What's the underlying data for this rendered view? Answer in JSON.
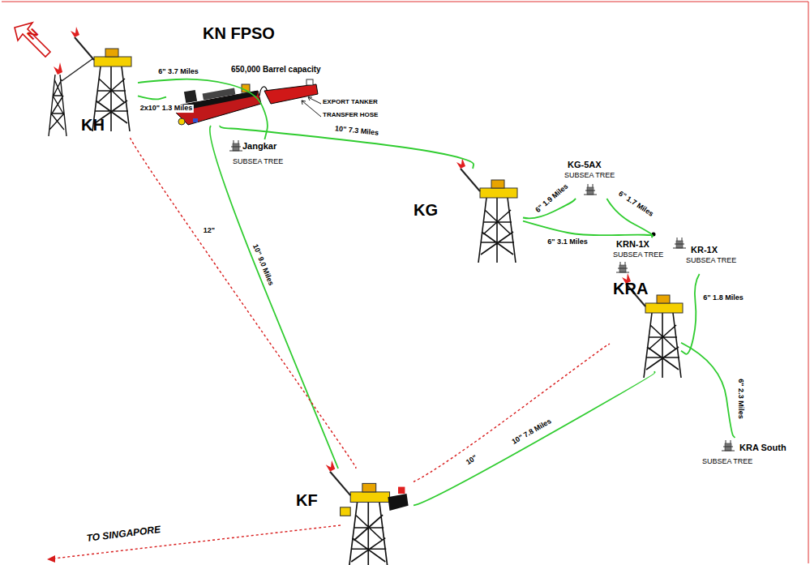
{
  "diagram": {
    "nodes": [
      {
        "text": [
          "KN FPSO",
          "650,000 Barrel capacity"
        ]
      },
      {
        "text": [
          "KH"
        ]
      },
      {
        "text": [
          "Jangkar",
          "SUBSEA TREE"
        ]
      },
      {
        "text": [
          "KG"
        ]
      },
      {
        "text": [
          "KG-5AX",
          "SUBSEA TREE"
        ]
      },
      {
        "text": [
          "KRN-1X",
          "SUBSEA TREE"
        ]
      },
      {
        "text": [
          "KR-1X",
          "SUBSEA TREE"
        ]
      },
      {
        "text": [
          "KRA"
        ]
      },
      {
        "text": [
          "KRA South",
          "SUBSEA TREE"
        ]
      },
      {
        "text": [
          "KF"
        ]
      }
    ],
    "edges": [
      {
        "from": 1,
        "to": 2,
        "arrow": "none",
        "label": "6\" 3.7 Miles"
      },
      {
        "from": 1,
        "to": 0,
        "arrow": "none",
        "label": "2x10\" 1.3 Miles"
      },
      {
        "from": 0,
        "to": 3,
        "arrow": "none",
        "label": "10\" 7.3 Miles"
      },
      {
        "from": 3,
        "to": 4,
        "arrow": "none",
        "label": "6\" 1.9 Miles"
      },
      {
        "from": 4,
        "to": 5,
        "arrow": "none",
        "label": "6\" 1.7 Miles"
      },
      {
        "from": 3,
        "to": 5,
        "arrow": "none",
        "label": "6\" 3.1 Miles"
      },
      {
        "from": 6,
        "to": 7,
        "arrow": "none",
        "label": "6\" 1.8 Miles"
      },
      {
        "from": 7,
        "to": 8,
        "arrow": "none",
        "label": "6\" 2.3 Miles"
      },
      {
        "from": 9,
        "to": 7,
        "arrow": "none",
        "label": "10\" 7.8 Miles"
      },
      {
        "from": 0,
        "to": 9,
        "arrow": "none",
        "label": "10\" 9.0 Miles"
      },
      {
        "from": 1,
        "to": 9,
        "arrow": "none",
        "label": "12\""
      },
      {
        "from": 9,
        "to": 7,
        "arrow": "none",
        "label": "10\""
      }
    ],
    "labels": [
      "N",
      "EXPORT TANKER",
      "TRANSFER HOSE",
      "TO SINGAPORE"
    ]
  }
}
